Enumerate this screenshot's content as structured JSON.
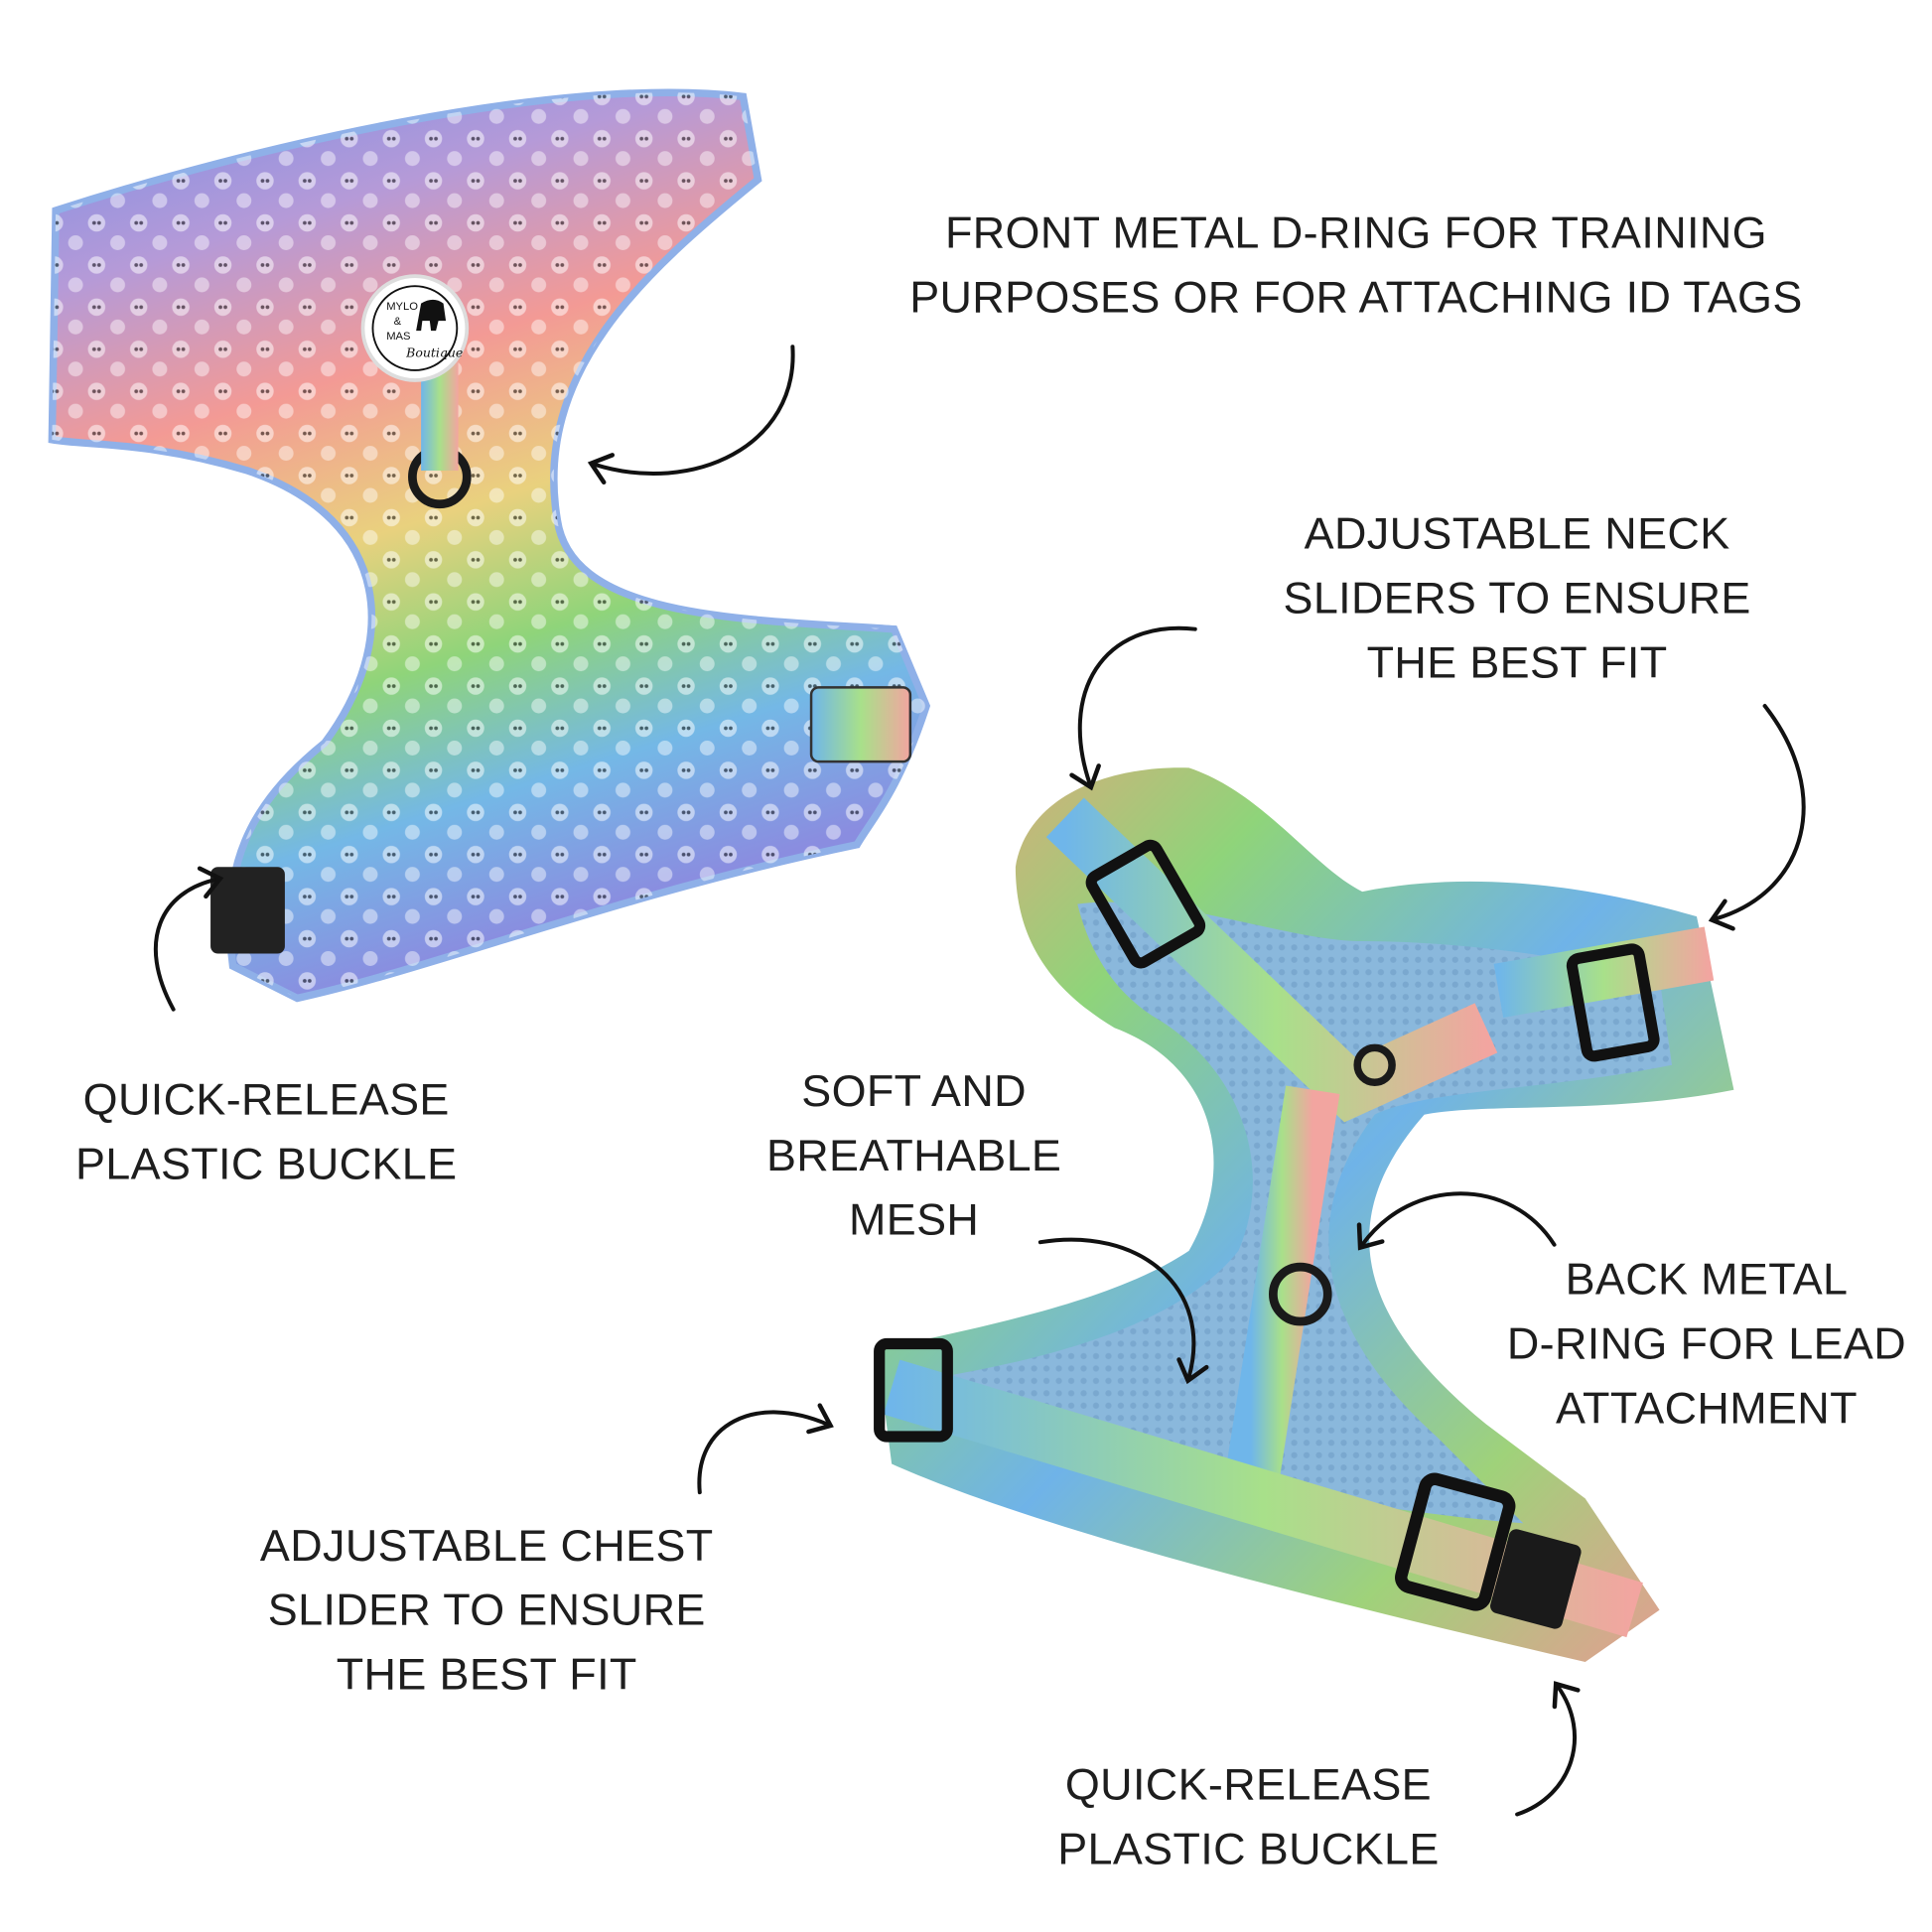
{
  "brand": {
    "logo_line1": "MYLO",
    "logo_line2": "&",
    "logo_line3": "MAS",
    "logo_script": "Boutique"
  },
  "callouts": {
    "front_dring": [
      "FRONT METAL D-RING FOR TRAINING",
      "PURPOSES OR FOR ATTACHING ID TAGS"
    ],
    "neck_sliders": [
      "ADJUSTABLE NECK",
      "SLIDERS TO ENSURE",
      "THE BEST FIT"
    ],
    "buckle_top": [
      "QUICK-RELEASE",
      "PLASTIC BUCKLE"
    ],
    "mesh": [
      "SOFT AND",
      "BREATHABLE",
      "MESH"
    ],
    "back_dring": [
      "BACK METAL",
      "D-RING FOR LEAD",
      "ATTACHMENT"
    ],
    "chest_slider": [
      "ADJUSTABLE CHEST",
      "SLIDER TO ENSURE",
      "THE BEST FIT"
    ],
    "buckle_bottom": [
      "QUICK-RELEASE",
      "PLASTIC BUCKLE"
    ]
  },
  "colors": {
    "text": "#1e1e1e",
    "rainbow": [
      "#6f8fe8",
      "#f0949a",
      "#f4c27a",
      "#8fd97a",
      "#66c7c9",
      "#7f8fe0"
    ],
    "mesh": "#8ab8dc",
    "hardware": "#1a1a1a"
  }
}
